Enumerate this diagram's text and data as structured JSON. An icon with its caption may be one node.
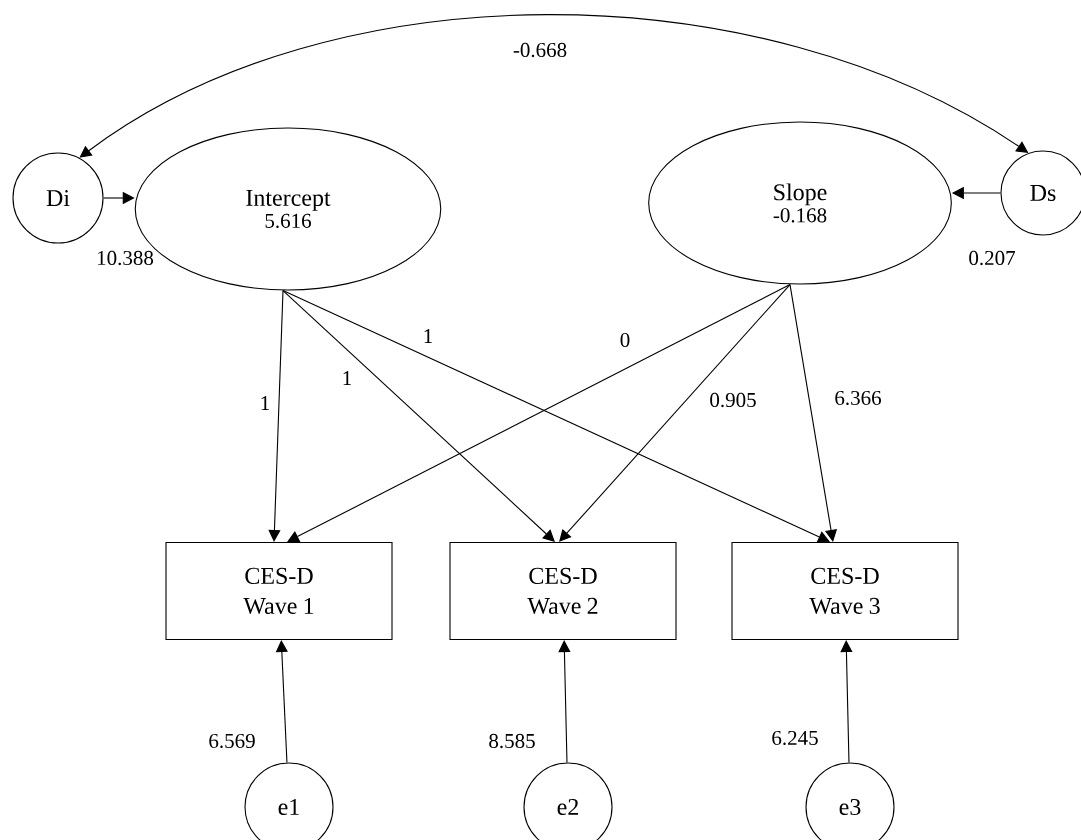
{
  "diagram": {
    "nodes": [
      {
        "text": [
          "Di"
        ],
        "beside": [
          "10.388"
        ]
      },
      {
        "text": [
          "Intercept",
          "5.616"
        ]
      },
      {
        "text": [
          "Slope",
          "-0.168"
        ]
      },
      {
        "text": [
          "Ds"
        ],
        "beside": [
          "0.207"
        ]
      },
      {
        "text": [
          "CES-D Wave 1"
        ]
      },
      {
        "text": [
          "CES-D Wave 2"
        ]
      },
      {
        "text": [
          "CES-D Wave 3"
        ]
      },
      {
        "text": [
          "e1"
        ],
        "beside": [
          "6.569"
        ]
      },
      {
        "text": [
          "e2"
        ],
        "beside": [
          "8.585"
        ]
      },
      {
        "text": [
          "e3"
        ],
        "beside": [
          "6.245"
        ]
      }
    ],
    "edges": [
      {
        "from": 0,
        "to": 3,
        "arrow": "both",
        "label": "-0.668"
      },
      {
        "from": 0,
        "to": 1,
        "arrow": "to"
      },
      {
        "from": 3,
        "to": 2,
        "arrow": "to"
      },
      {
        "from": 1,
        "to": 4,
        "arrow": "to",
        "label": "1"
      },
      {
        "from": 1,
        "to": 5,
        "arrow": "to",
        "label": "1"
      },
      {
        "from": 1,
        "to": 6,
        "arrow": "to",
        "label": "1"
      },
      {
        "from": 2,
        "to": 4,
        "arrow": "to",
        "label": "0"
      },
      {
        "from": 2,
        "to": 5,
        "arrow": "to",
        "label": "0.905"
      },
      {
        "from": 2,
        "to": 6,
        "arrow": "to",
        "label": "6.366"
      },
      {
        "from": 7,
        "to": 4,
        "arrow": "to"
      },
      {
        "from": 8,
        "to": 5,
        "arrow": "to"
      },
      {
        "from": 9,
        "to": 6,
        "arrow": "to"
      }
    ]
  }
}
